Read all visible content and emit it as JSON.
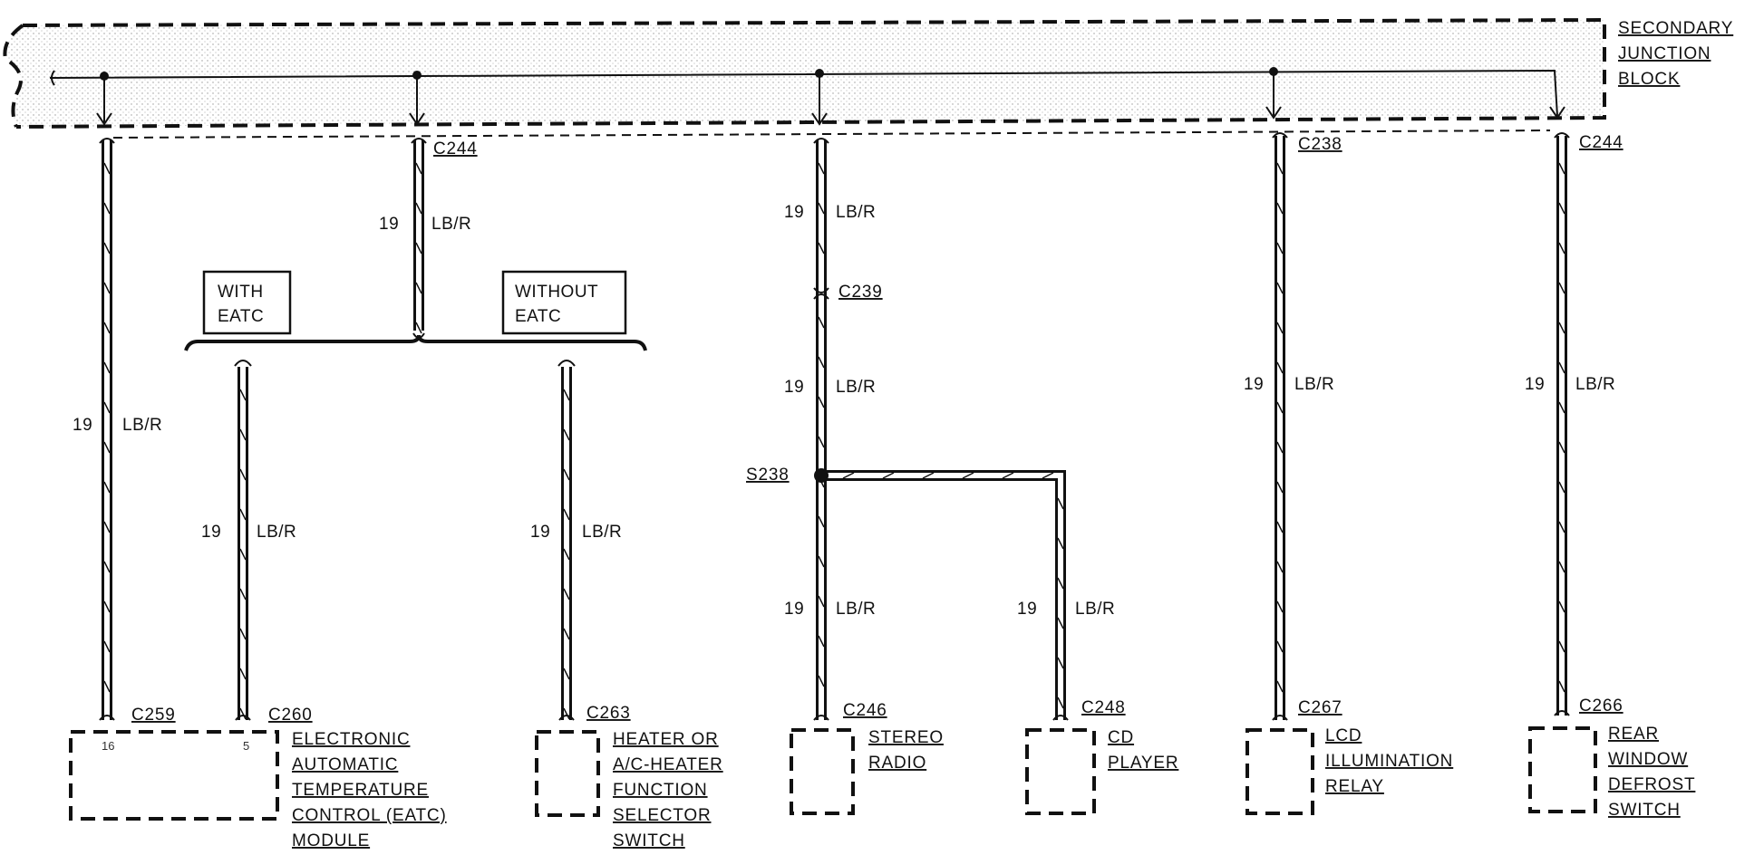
{
  "junction_block": {
    "line1": "SECONDARY",
    "line2": "JUNCTION",
    "line3": "BLOCK"
  },
  "connectors": {
    "c244_left": "C244",
    "c239": "C239",
    "c238": "C238",
    "c244_right": "C244",
    "c259": "C259",
    "c260": "C260",
    "c263": "C263",
    "c246": "C246",
    "c248": "C248",
    "c267": "C267",
    "c266": "C266"
  },
  "splice": "S238",
  "options": {
    "with_line1": "WITH",
    "with_line2": "EATC",
    "without_line1": "WITHOUT",
    "without_line2": "EATC"
  },
  "wire": {
    "gauge": "19",
    "color": "LB/R"
  },
  "pins": {
    "eatc_16": "16",
    "eatc_5": "5"
  },
  "components": {
    "eatc": [
      "ELECTRONIC",
      "AUTOMATIC",
      "TEMPERATURE",
      "CONTROL (EATC)",
      "MODULE"
    ],
    "heater": [
      "HEATER OR",
      "A/C-HEATER",
      "FUNCTION",
      "SELECTOR",
      "SWITCH"
    ],
    "radio": [
      "STEREO",
      "RADIO"
    ],
    "cd": [
      "CD",
      "PLAYER"
    ],
    "lcd": [
      "LCD",
      "ILLUMINATION",
      "RELAY"
    ],
    "rear": [
      "REAR",
      "WINDOW",
      "DEFROST",
      "SWITCH"
    ]
  }
}
